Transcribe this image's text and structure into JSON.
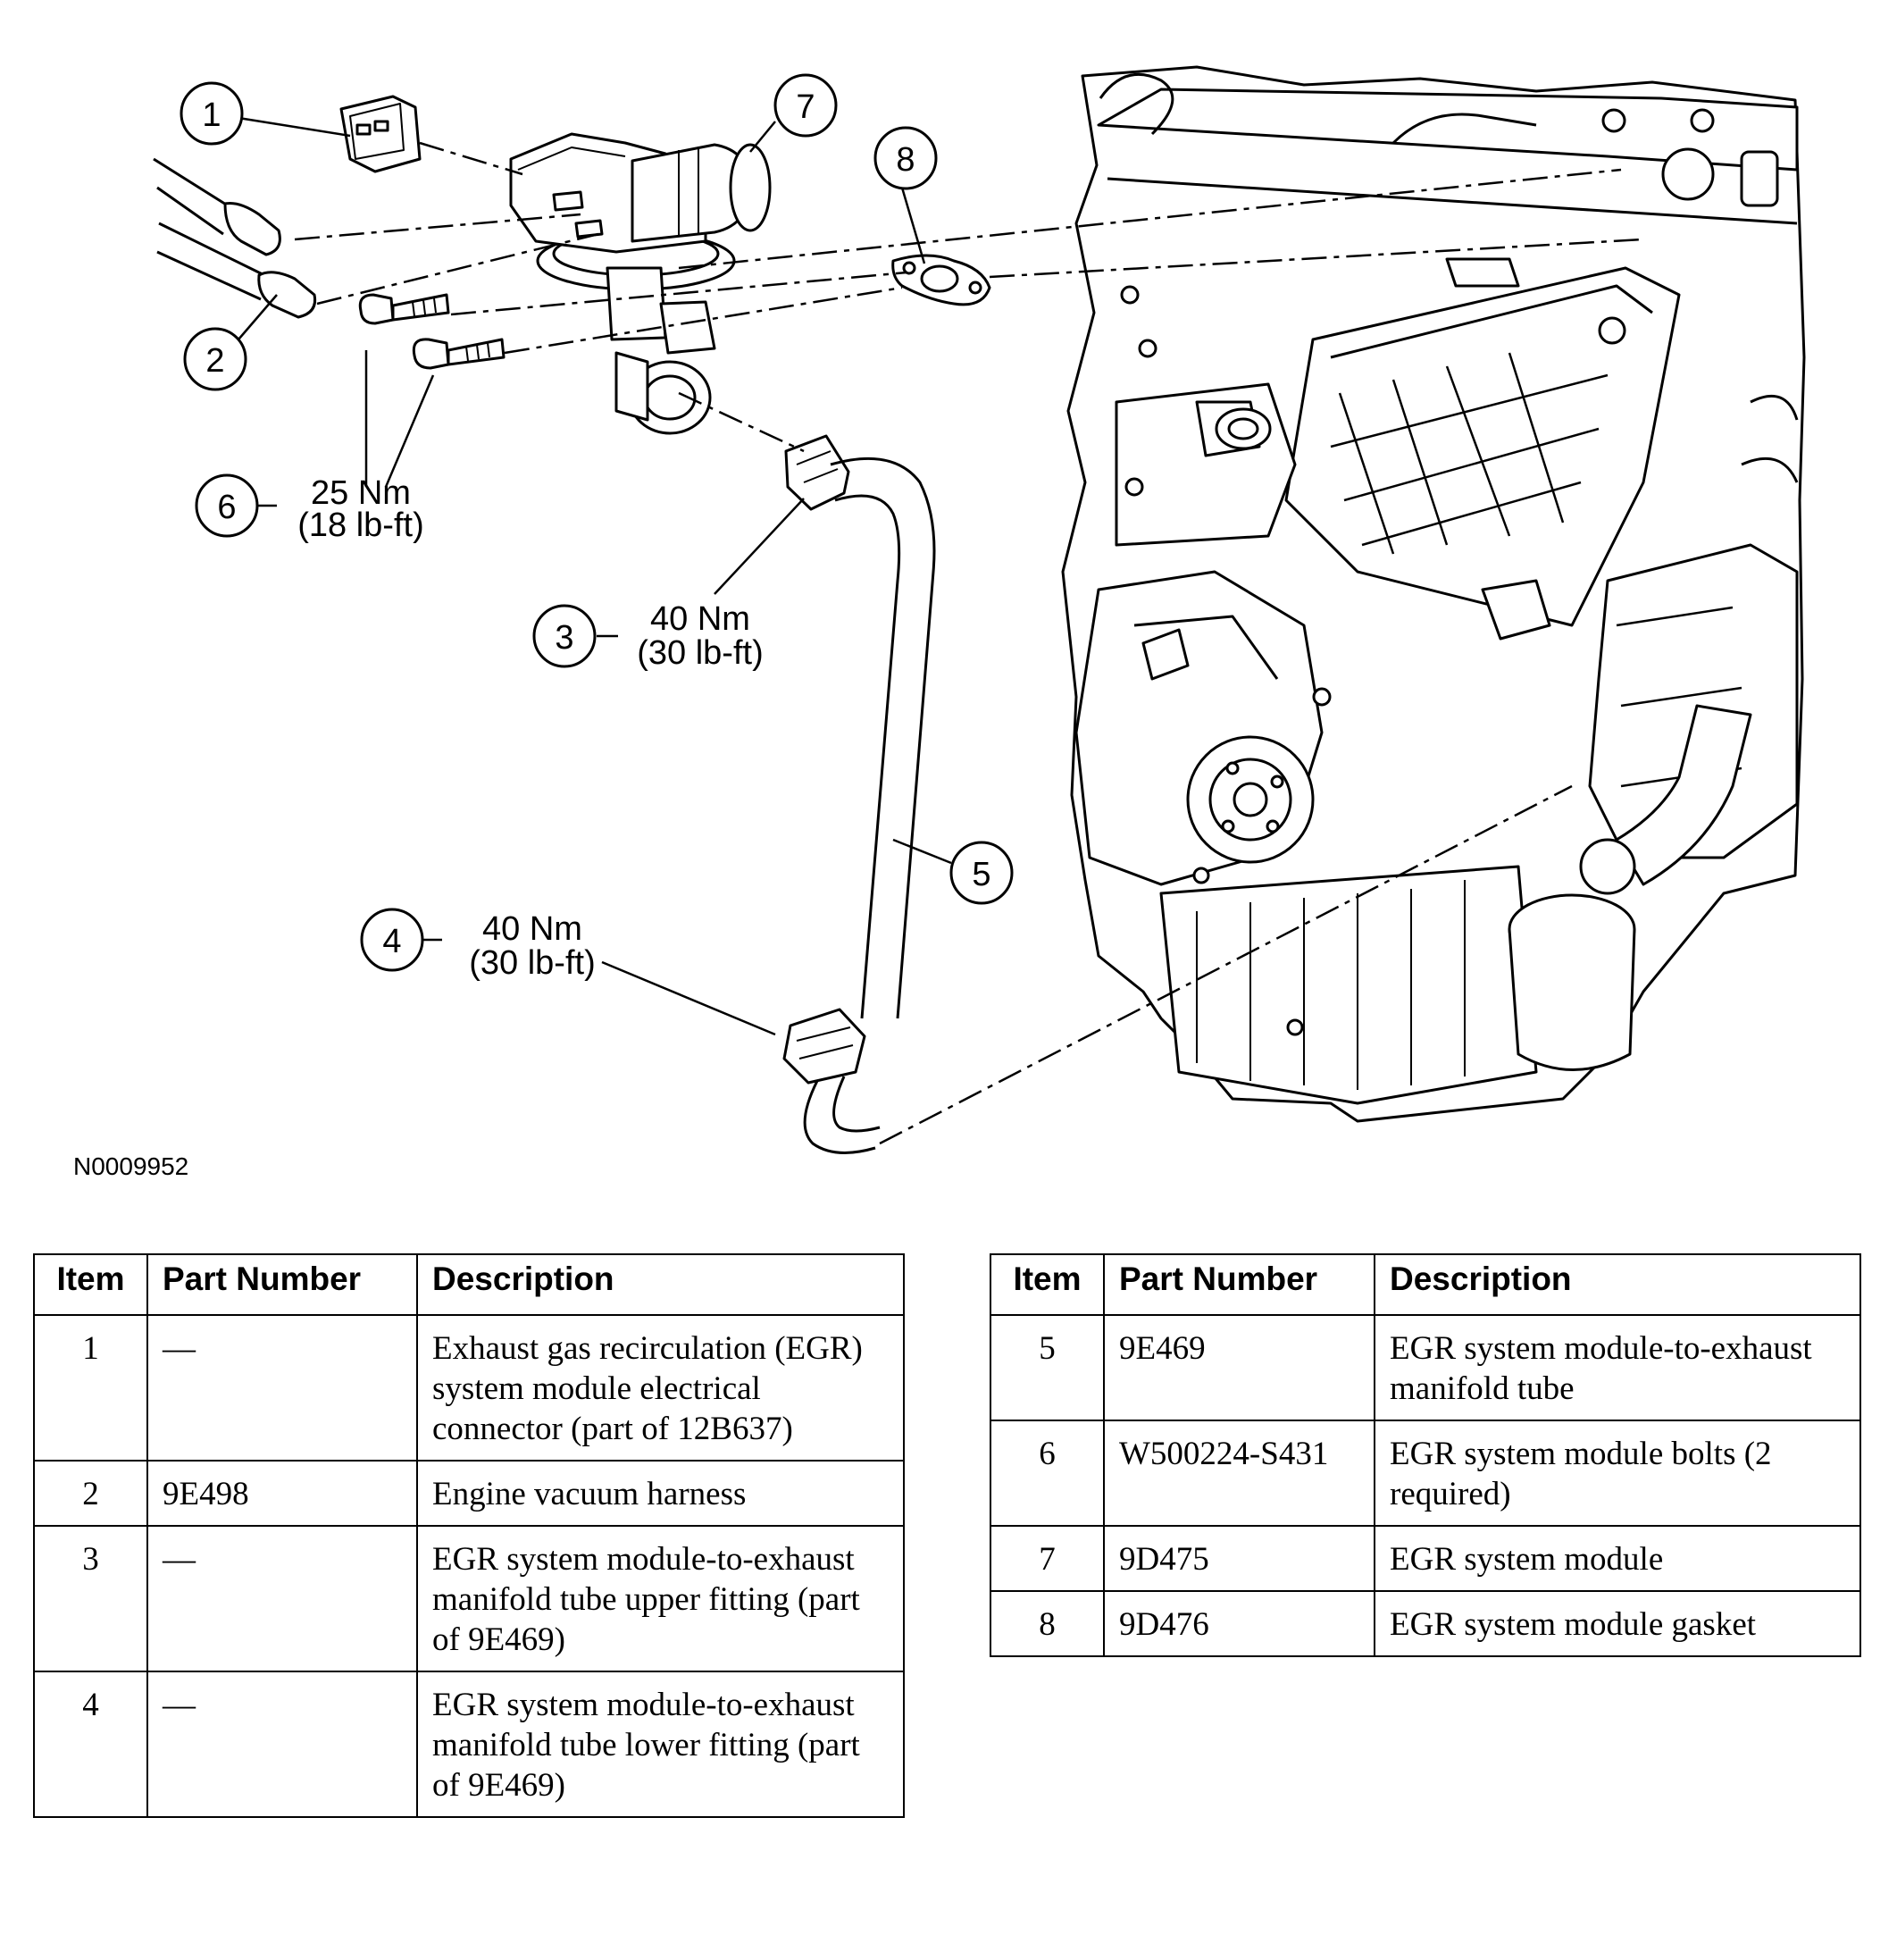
{
  "figure_id": "N0009952",
  "callouts": [
    "1",
    "2",
    "3",
    "4",
    "5",
    "6",
    "7",
    "8"
  ],
  "torque_specs": {
    "item6": {
      "metric": "25 Nm",
      "imperial": "(18 lb-ft)"
    },
    "item3": {
      "metric": "40 Nm",
      "imperial": "(30 lb-ft)"
    },
    "item4": {
      "metric": "40 Nm",
      "imperial": "(30 lb-ft)"
    }
  },
  "table": {
    "headers": {
      "item": "Item",
      "part_number": "Part Number",
      "description": "Description"
    },
    "left_rows": [
      {
        "item": "1",
        "part_number": "—",
        "description": "Exhaust gas recirculation (EGR) system module electrical connector (part of 12B637)"
      },
      {
        "item": "2",
        "part_number": "9E498",
        "description": "Engine vacuum harness"
      },
      {
        "item": "3",
        "part_number": "—",
        "description": "EGR system module-to-exhaust manifold tube upper fitting (part of 9E469)"
      },
      {
        "item": "4",
        "part_number": "—",
        "description": "EGR system module-to-exhaust manifold tube lower fitting (part of 9E469)"
      }
    ],
    "right_rows": [
      {
        "item": "5",
        "part_number": "9E469",
        "description": "EGR system module-to-exhaust manifold tube"
      },
      {
        "item": "6",
        "part_number": "W500224-S431",
        "description": "EGR system module bolts (2 required)"
      },
      {
        "item": "7",
        "part_number": "9D475",
        "description": "EGR system module"
      },
      {
        "item": "8",
        "part_number": "9D476",
        "description": "EGR system module gasket"
      }
    ]
  }
}
